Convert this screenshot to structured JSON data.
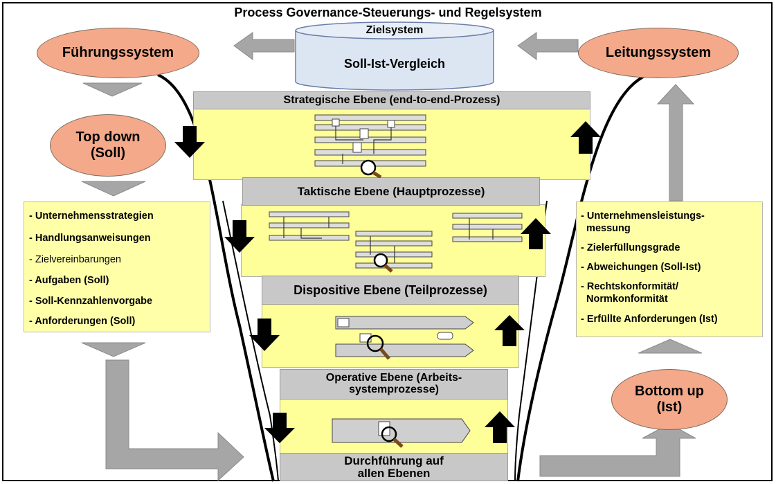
{
  "title": "Process Governance-Steuerungs- und Regelsystem",
  "cylinder": {
    "top_label": "Zielsystem",
    "body_label": "Soll-Ist-Vergleich"
  },
  "ellipses": {
    "fuehrung": "Führungssystem",
    "leitung": "Leitungssystem",
    "topdown_line1": "Top down",
    "topdown_line2": "(Soll)",
    "bottomup_line1": "Bottom up",
    "bottomup_line2": "(Ist)"
  },
  "levels": {
    "strategisch": "Strategische Ebene (end-to-end-Prozess)",
    "taktisch": "Taktische Ebene  (Hauptprozesse)",
    "dispositiv": "Dispositive Ebene (Teilprozesse)",
    "operativ_line1": "Operative Ebene (Arbeits-",
    "operativ_line2": "systemprozesse)",
    "durchfuehrung_line1": "Durchführung auf",
    "durchfuehrung_line2": "allen Ebenen"
  },
  "soll_list": [
    "- Unternehmensstrategien",
    "- Handlungsanweisungen",
    "- Zielvereinbarungen",
    "- Aufgaben (Soll)",
    "- Soll-Kennzahlenvorgabe",
    "- Anforderungen (Soll)"
  ],
  "ist_list": [
    "- Unternehmensleistungs-",
    "  messung",
    "- Zielerfüllungsgrade",
    "- Abweichungen (Soll-Ist)",
    "- Rechtskonformität/",
    "  Normkonformität",
    "- Erfüllte Anforderungen (Ist)"
  ],
  "colors": {
    "ellipse_fill": "#f4a98a",
    "layer_fill": "#ffff99",
    "bar_fill": "#c8c8c8",
    "cylinder_fill": "#dce6f2",
    "arrow_gray": "#a6a6a6"
  }
}
